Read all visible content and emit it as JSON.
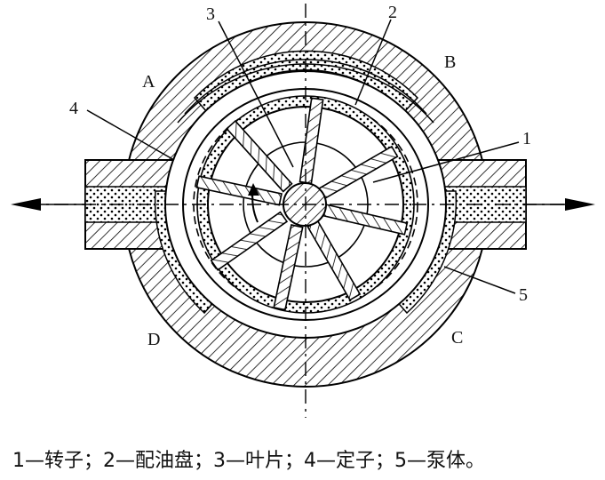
{
  "labels": {
    "rotor_no": "1",
    "plate_no": "2",
    "vane_no": "3",
    "stator_no": "4",
    "body_no": "5",
    "port_a": "A",
    "port_b": "B",
    "port_c": "C",
    "port_d": "D"
  },
  "caption": "1—转子；2—配油盘；3—叶片；4—定子；5—泵体。"
}
